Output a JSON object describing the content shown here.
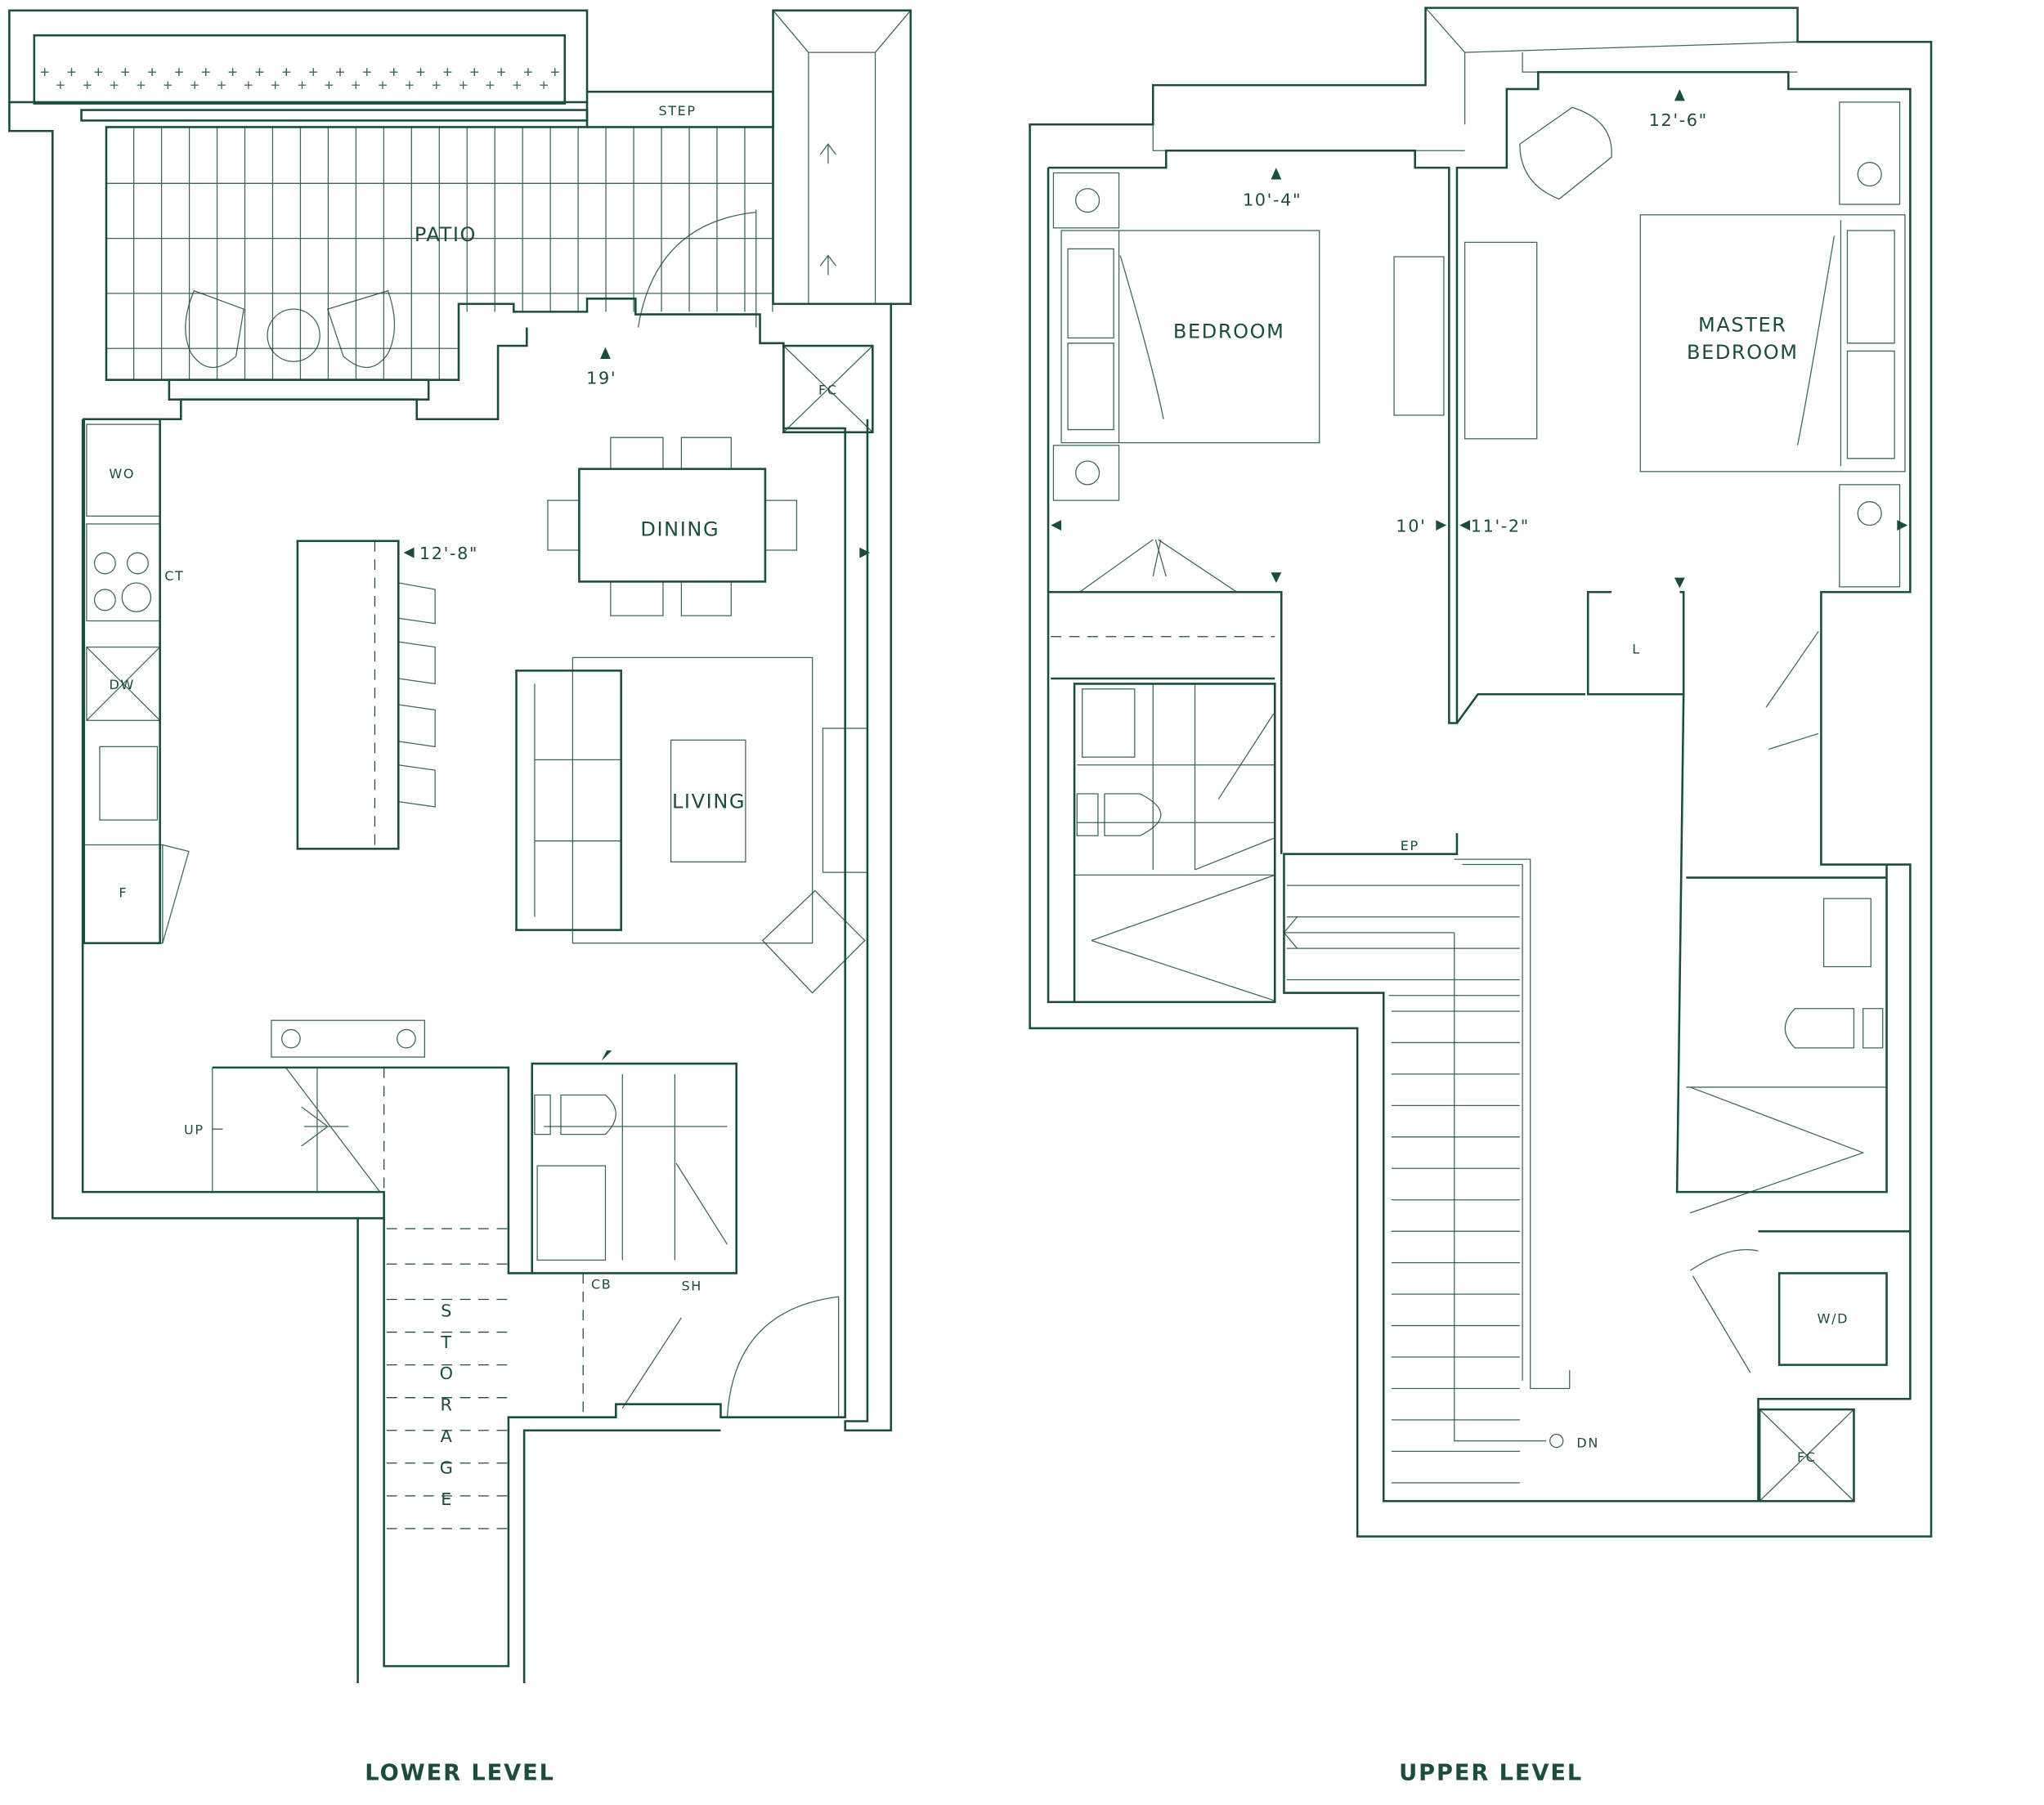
{
  "color": "#1b4d3a",
  "lower_level": {
    "title": "LOWER LEVEL",
    "rooms": {
      "patio": "PATIO",
      "dining": "DINING",
      "living": "LIVING",
      "storage_letters": [
        "S",
        "T",
        "O",
        "R",
        "A",
        "G",
        "E"
      ]
    },
    "labels": {
      "step": "STEP",
      "fc": "FC",
      "wo": "WO",
      "ct": "CT",
      "dw": "DW",
      "f": "F",
      "up": "UP",
      "cb": "CB",
      "sh": "SH"
    },
    "dimensions": {
      "patio_width": "19'",
      "kitchen_width": "12'-8\""
    }
  },
  "upper_level": {
    "title": "UPPER LEVEL",
    "rooms": {
      "bedroom": "BEDROOM",
      "master_line1": "MASTER",
      "master_line2": "BEDROOM"
    },
    "labels": {
      "l": "L",
      "ep": "EP",
      "dn": "DN",
      "wd": "W/D",
      "fc": "FC"
    },
    "dimensions": {
      "bedroom_depth": "10'-4\"",
      "master_depth": "12'-6\"",
      "bedroom_width": "10'",
      "master_width": "11'-2\""
    }
  }
}
